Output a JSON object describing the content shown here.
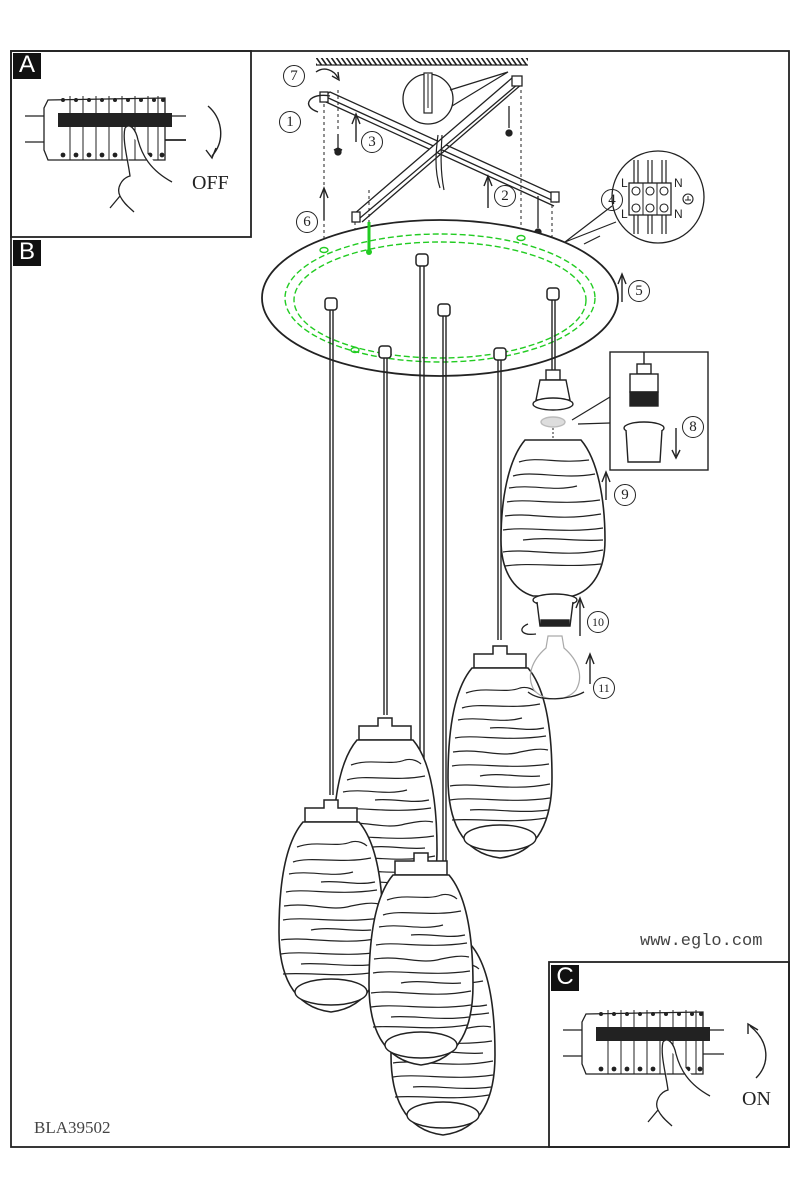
{
  "document": {
    "product_code": "BLA39502",
    "website": "www.eglo.com"
  },
  "panels": {
    "a": {
      "label": "A",
      "switch_text": "OFF"
    },
    "b": {
      "label": "B"
    },
    "c": {
      "label": "C",
      "switch_text": "ON"
    }
  },
  "steps": [
    "1",
    "2",
    "3",
    "4",
    "5",
    "6",
    "7",
    "8",
    "9",
    "10",
    "11"
  ],
  "terminal_labels": {
    "live": "L",
    "neutral": "N"
  },
  "colors": {
    "line": "#222222",
    "highlight": "#22cc22",
    "background": "#ffffff"
  },
  "icons": [
    "breaker-panel-icon",
    "hand-icon",
    "rotate-arrow-icon",
    "wall-plug-icon",
    "terminal-block-icon",
    "earth-icon",
    "bulb-icon"
  ]
}
